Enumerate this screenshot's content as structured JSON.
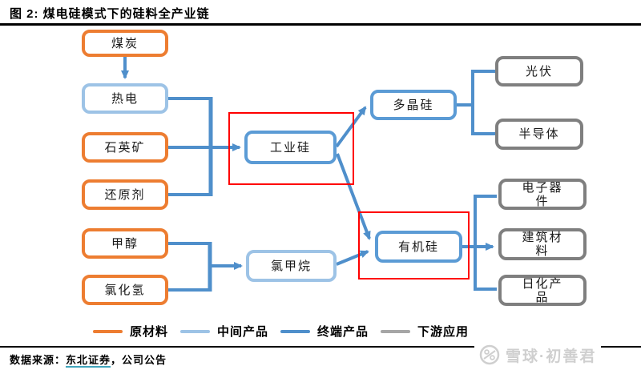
{
  "header": {
    "title": "图 2: 煤电硅模式下的硅料全产业链"
  },
  "nodes": {
    "coal": {
      "label": "煤炭"
    },
    "thermal_power": {
      "label": "热电"
    },
    "quartz_ore": {
      "label": "石英矿"
    },
    "reducing_agent": {
      "label": "还原剂"
    },
    "methanol": {
      "label": "甲醇"
    },
    "hydrogen_chloride": {
      "label": "氯化氢"
    },
    "industrial_silicon": {
      "label": "工业硅"
    },
    "chloromethane": {
      "label": "氯甲烷"
    },
    "polysilicon": {
      "label": "多晶硅"
    },
    "organic_silicon": {
      "label": "有机硅"
    },
    "photovoltaic": {
      "label": "光伏"
    },
    "semiconductor": {
      "label": "半导体"
    },
    "electronic_devices": {
      "label": "电子器\n件"
    },
    "building_materials": {
      "label": "建筑材\n料"
    },
    "daily_chemical_products": {
      "label": "日化产\n品"
    }
  },
  "legend": {
    "items": [
      {
        "label": "原材料",
        "color": "#ED7D31"
      },
      {
        "label": "中间产品",
        "color": "#9DC3E6"
      },
      {
        "label": "终端产品",
        "color": "#4F8FCB"
      },
      {
        "label": "下游应用",
        "color": "#A6A6A6"
      }
    ]
  },
  "footer": {
    "source_label": "数据来源：",
    "source_broker": "东北证券",
    "source_rest": "，公司公告"
  },
  "watermark": {
    "text": "雪球·初善君"
  },
  "colors": {
    "raw": "#ED7D31",
    "light": "#9DC3E6",
    "blue": "#5B9BD5",
    "gray": "#7F7F7F",
    "connector": "#4F8FCB",
    "highlight": "#FF0000"
  }
}
